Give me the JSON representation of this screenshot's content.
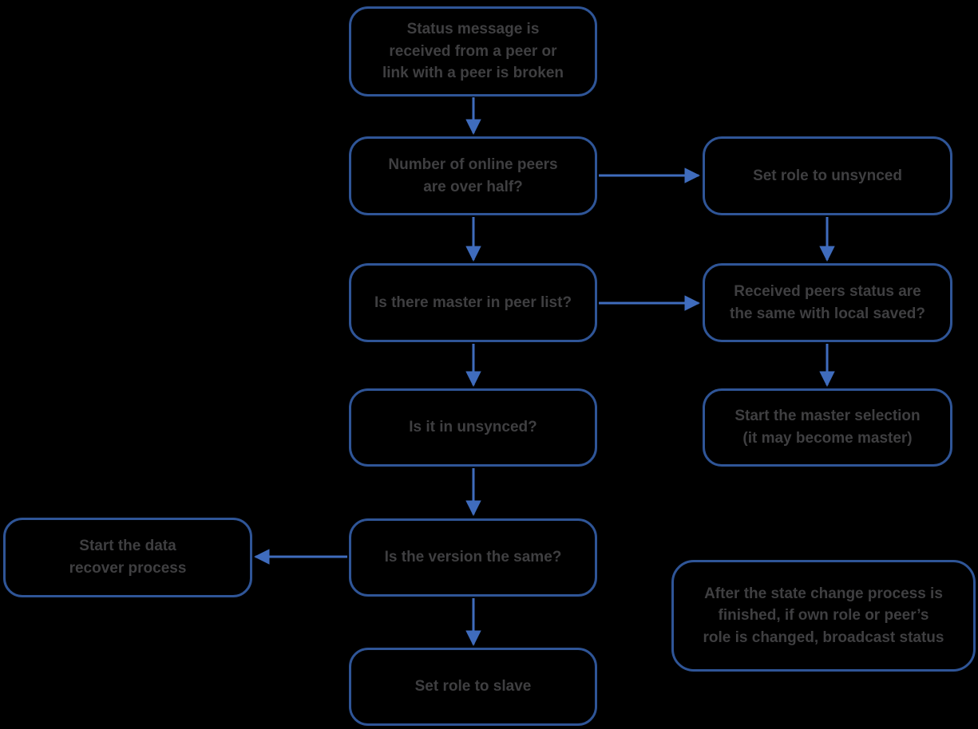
{
  "diagram": {
    "type": "flowchart",
    "background_color": "#000000",
    "colors": {
      "box_border": "#2f5597",
      "arrow": "#3f6cbd",
      "text": "#3f3f41"
    },
    "nodes": [
      {
        "id": "status-received",
        "text": "Status message is\nreceived from a peer or\nlink with a peer is broken"
      },
      {
        "id": "online-peers",
        "text": "Number of online peers\nare over half?"
      },
      {
        "id": "set-role-unsynced",
        "text": "Set role to unsynced"
      },
      {
        "id": "master-in-list",
        "text": "Is there master in peer list?"
      },
      {
        "id": "received-status",
        "text": "Received peers status are\nthe same with local saved?"
      },
      {
        "id": "in-unsynced",
        "text": "Is it in unsynced?"
      },
      {
        "id": "master-selection",
        "text": "Start the master selection\n(it may become master)"
      },
      {
        "id": "data-recover",
        "text": "Start the data\nrecover process"
      },
      {
        "id": "version-same",
        "text": "Is the version the same?"
      },
      {
        "id": "set-role-slave",
        "text": "Set role to slave"
      },
      {
        "id": "broadcast-note",
        "text": "After the state change process is\nfinished, if own role or peer’s\nrole is changed, broadcast status"
      }
    ],
    "edges": [
      {
        "from": "status-received",
        "to": "online-peers",
        "direction": "down"
      },
      {
        "from": "online-peers",
        "to": "set-role-unsynced",
        "direction": "right"
      },
      {
        "from": "online-peers",
        "to": "master-in-list",
        "direction": "down"
      },
      {
        "from": "set-role-unsynced",
        "to": "received-status",
        "direction": "down"
      },
      {
        "from": "master-in-list",
        "to": "received-status",
        "direction": "right"
      },
      {
        "from": "master-in-list",
        "to": "in-unsynced",
        "direction": "down"
      },
      {
        "from": "received-status",
        "to": "master-selection",
        "direction": "down"
      },
      {
        "from": "in-unsynced",
        "to": "version-same",
        "direction": "down"
      },
      {
        "from": "version-same",
        "to": "data-recover",
        "direction": "left"
      },
      {
        "from": "version-same",
        "to": "set-role-slave",
        "direction": "down"
      }
    ]
  }
}
